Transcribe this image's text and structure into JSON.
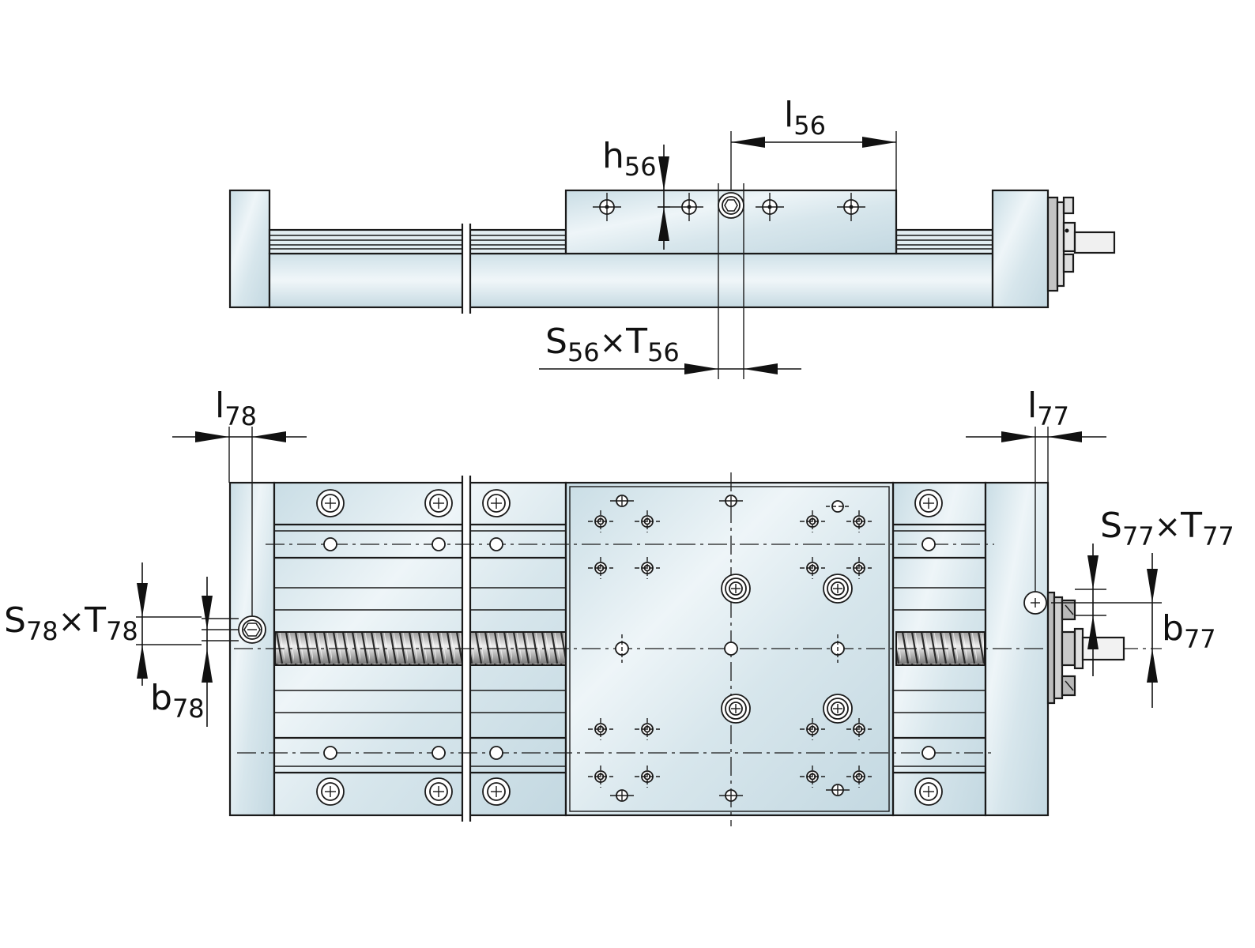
{
  "colors": {
    "metal_light": "#eef4f7",
    "metal_mid": "#d4e4ea",
    "metal_dark": "#bcd3dc",
    "line": "#1a1a1a",
    "screw_dark": "#6e6e6e",
    "screw_light": "#e6e6e6"
  },
  "dimensions": {
    "l56": {
      "base": "l",
      "sub": "56"
    },
    "h56": {
      "base": "h",
      "sub": "56"
    },
    "s56": {
      "s_base": "S",
      "s_sub": "56",
      "cross": "×",
      "t_base": "T",
      "t_sub": "56"
    },
    "l78": {
      "base": "l",
      "sub": "78"
    },
    "l77": {
      "base": "l",
      "sub": "77"
    },
    "s78": {
      "s_base": "S",
      "s_sub": "78",
      "cross": "×",
      "t_base": "T",
      "t_sub": "78"
    },
    "b78": {
      "base": "b",
      "sub": "78"
    },
    "s77": {
      "s_base": "S",
      "s_sub": "77",
      "cross": "×",
      "t_base": "T",
      "t_sub": "77"
    },
    "b77": {
      "base": "b",
      "sub": "77"
    }
  }
}
